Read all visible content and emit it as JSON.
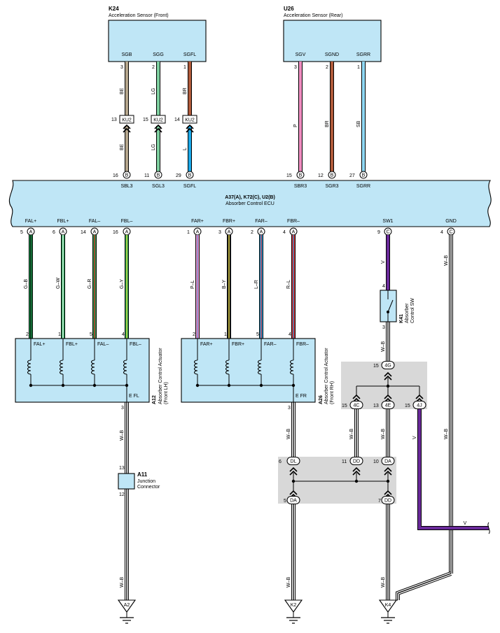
{
  "sensors": {
    "front": {
      "id": "K24",
      "name": "Acceleration Sensor (Front)",
      "pins": [
        "SGB",
        "SGG",
        "SGFL"
      ],
      "pin_nums": [
        "3",
        "2",
        "1"
      ]
    },
    "rear": {
      "id": "U26",
      "name": "Acceleration Sensor (Rear)",
      "pins": [
        "SGV",
        "SGND",
        "SGRR"
      ],
      "pin_nums": [
        "3",
        "2",
        "1"
      ]
    }
  },
  "sensor_wires": [
    {
      "color_top": "BE",
      "color_bot": "BE",
      "conn_pin": "13",
      "ecu_pin": "16",
      "ecu_label": "SBL3",
      "hex": "#b5a68c"
    },
    {
      "color_top": "LG",
      "color_bot": "LG",
      "conn_pin": "15",
      "ecu_pin": "11",
      "ecu_label": "SGL3",
      "hex": "#7fd0a0"
    },
    {
      "color_top": "BR",
      "color_bot": "L",
      "conn_pin": "14",
      "ecu_pin": "29",
      "ecu_label": "SGFL",
      "hex": "#b05a3a",
      "hex_bot": "#1ba8e8"
    },
    {
      "color": "P",
      "ecu_pin": "15",
      "ecu_label": "SBR3",
      "hex": "#f08cc0"
    },
    {
      "color": "BR",
      "ecu_pin": "12",
      "ecu_label": "SGR3",
      "hex": "#b05a3a"
    },
    {
      "color": "SB",
      "ecu_pin": "27",
      "ecu_label": "SGRR",
      "hex": "#8fd8f4"
    }
  ],
  "inline_connector": "KU2",
  "ecu_pin_letter_b": "B",
  "ecu": {
    "title": "A37(A), K72(C), U2(B)",
    "name": "Absorber Control ECU"
  },
  "ecu_bottom": [
    {
      "label": "FAL+",
      "num": "5",
      "letter": "A"
    },
    {
      "label": "FBL+",
      "num": "6",
      "letter": "A"
    },
    {
      "label": "FAL–",
      "num": "14",
      "letter": "A"
    },
    {
      "label": "FBL–",
      "num": "16",
      "letter": "A"
    },
    {
      "label": "FAR+",
      "num": "1",
      "letter": "A"
    },
    {
      "label": "FBR+",
      "num": "3",
      "letter": "A"
    },
    {
      "label": "FAR–",
      "num": "2",
      "letter": "A"
    },
    {
      "label": "FBR–",
      "num": "4",
      "letter": "A"
    },
    {
      "label": "SW1",
      "num": "9",
      "letter": "C"
    },
    {
      "label": "GND",
      "num": "4",
      "letter": "C"
    }
  ],
  "actuator_wires": [
    {
      "color": "G–B",
      "pin": "2",
      "hex": "#1fa050",
      "stripe": "#000"
    },
    {
      "color": "G–W",
      "pin": "1",
      "hex": "#1fa050",
      "stripe": "#fff"
    },
    {
      "color": "G–R",
      "pin": "5",
      "hex": "#1fa050",
      "stripe": "#e02020"
    },
    {
      "color": "G–Y",
      "pin": "4",
      "hex": "#1fa050",
      "stripe": "#f0e040"
    },
    {
      "color": "P–L",
      "pin": "2",
      "hex": "#f08cc0",
      "stripe": "#6b8fd8"
    },
    {
      "color": "B–Y",
      "pin": "1",
      "hex": "#222",
      "stripe": "#f0e040"
    },
    {
      "color": "L–R",
      "pin": "5",
      "hex": "#1ba8e8",
      "stripe": "#e02020"
    },
    {
      "color": "R–L",
      "pin": "4",
      "hex": "#e02020",
      "stripe": "#1ba8e8"
    }
  ],
  "actuator_lh": {
    "id": "A12",
    "name": "Absorber Control Actuator",
    "side": "(Front LH)",
    "pins": [
      "FAL+",
      "FBL+",
      "FAL–",
      "FBL–"
    ],
    "ground": "E FL",
    "ground_pin": "3"
  },
  "actuator_rh": {
    "id": "A26",
    "name": "Absorber Control Actuator",
    "side": "(Front RH)",
    "pins": [
      "FAR+",
      "FBR+",
      "FAR–",
      "FBR–"
    ],
    "ground": "E FR",
    "ground_pin": "3"
  },
  "switch": {
    "id": "K41",
    "name": "Absorber",
    "name2": "Control SW",
    "pin_top": "4",
    "pin_bot": "3",
    "wire_color": "V"
  },
  "junction": {
    "id": "A11",
    "name": "Junction",
    "name2": "Connector",
    "pin_top": "13",
    "pin_bot": "12"
  },
  "wb": "W–B",
  "v": "V",
  "jb1": {
    "top": {
      "num": "15",
      "code": "4G"
    },
    "bottom": [
      {
        "num": "15",
        "code": "4C"
      },
      {
        "num": "13",
        "code": "4E"
      },
      {
        "num": "15",
        "code": "4J"
      }
    ]
  },
  "jb2": {
    "top": [
      {
        "num": "6",
        "code": "DL"
      },
      {
        "num": "11",
        "code": "DD"
      },
      {
        "num": "10",
        "code": "DA"
      }
    ],
    "bottom": [
      {
        "num": "5",
        "code": "DA"
      },
      {
        "num": "7",
        "code": "DD"
      }
    ]
  },
  "grounds": [
    "A2",
    "K2",
    "K4"
  ]
}
